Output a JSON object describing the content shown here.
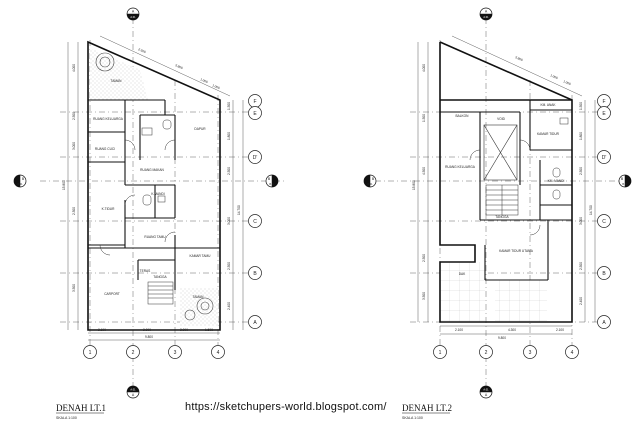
{
  "plans": [
    {
      "title": "DENAH LT.1",
      "scale": "SKALA 1:100",
      "rooms": [
        {
          "name": "TAMAN"
        },
        {
          "name": "RUANG KELUARGA"
        },
        {
          "name": "DAPUR"
        },
        {
          "name": "RUANG CUCI"
        },
        {
          "name": "RUANG MAKAN"
        },
        {
          "name": "K.MANDI"
        },
        {
          "name": "K.TIDUR"
        },
        {
          "name": "KAMAR TAMU"
        },
        {
          "name": "RUANG TAMU"
        },
        {
          "name": "TERAS"
        },
        {
          "name": "CARPORT"
        },
        {
          "name": "TANGGA"
        },
        {
          "name": "TAMAN"
        }
      ],
      "dims_top": [
        "2.500",
        "5.800",
        "1.000",
        "1.000"
      ],
      "dims_left": [
        "4.000",
        "2.500",
        "3.000",
        "2.300",
        "3.500",
        "15.800"
      ],
      "dims_right": [
        "1.500",
        "1.800",
        "2.500",
        "3.000",
        "14.700",
        "2.500",
        "2.400"
      ],
      "dims_bottom": [
        "2.100",
        "2.000",
        "2.000",
        "1.500",
        "9.800"
      ],
      "grid_cols": [
        "1",
        "2",
        "3",
        "4"
      ],
      "grid_rows": [
        "F",
        "E",
        "D'",
        "C",
        "B",
        "A"
      ]
    },
    {
      "title": "DENAH LT.2",
      "scale": "SKALA 1:100",
      "rooms": [
        {
          "name": "BALKON"
        },
        {
          "name": "KM. ANAK"
        },
        {
          "name": "KAMAR TIDUR"
        },
        {
          "name": "VOID"
        },
        {
          "name": "RUANG KELUARGA"
        },
        {
          "name": "KM. MANDI"
        },
        {
          "name": "KAMAR TIDUR UTAMA"
        },
        {
          "name": "TANGGA"
        },
        {
          "name": "DAK"
        }
      ],
      "dims_top": [
        "5.800",
        "1.000",
        "1.000"
      ],
      "dims_left": [
        "4.000",
        "1.500",
        "4.500",
        "2.500",
        "3.500",
        "15.800"
      ],
      "dims_right": [
        "1.500",
        "1.800",
        "2.500",
        "3.000",
        "14.700",
        "2.500",
        "2.400"
      ],
      "dims_bottom": [
        "2.100",
        "4.300",
        "2.100",
        "9.800"
      ],
      "grid_cols": [
        "1",
        "2",
        "3",
        "4"
      ],
      "grid_rows": [
        "F",
        "E",
        "D'",
        "C",
        "B",
        "A"
      ]
    }
  ],
  "section_markers": [
    {
      "id": "A",
      "sheet": "A.01"
    },
    {
      "id": "B",
      "sheet": "B.01"
    }
  ],
  "website": "https://sketchupers-world.blogspot.com/"
}
